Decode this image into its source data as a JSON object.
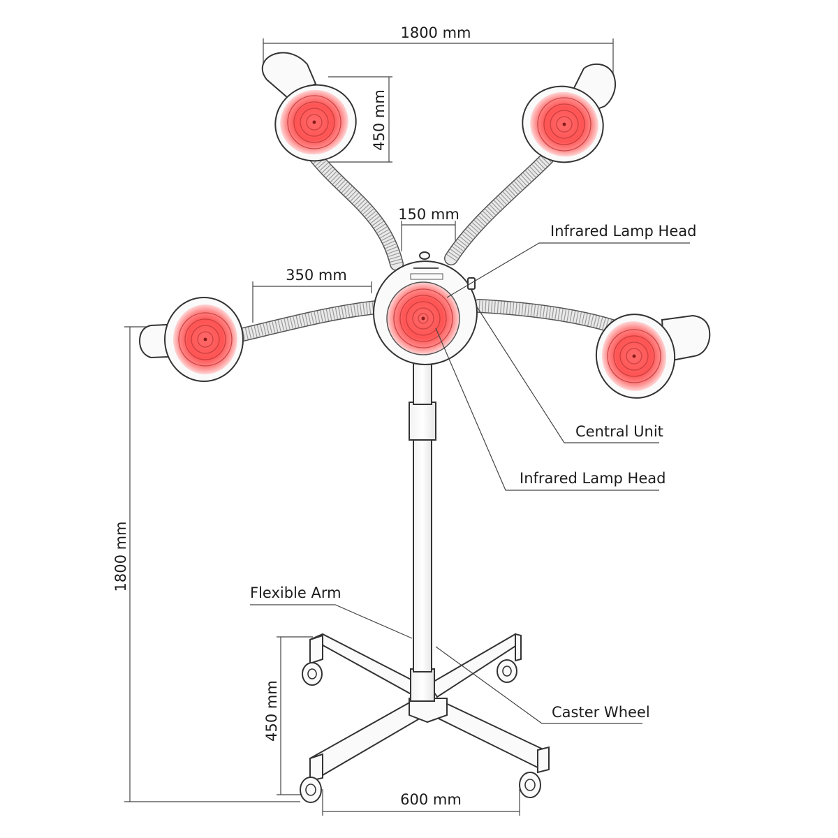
{
  "dimensions": {
    "top_width": "1800 mm",
    "head_height": "450 mm",
    "head_spacing": "150 mm",
    "arm_reach": "350 mm",
    "total_height": "1800 mm",
    "base_height": "450 mm",
    "base_width": "600 mm"
  },
  "labels": {
    "lamp_head_top": "Infrared Lamp Head",
    "central_unit": "Central Unit",
    "lamp_head_center": "Infrared Lamp Head",
    "flexible_arm": "Flexible Arm",
    "caster_wheel": "Caster Wheel"
  },
  "colors": {
    "lamp_glow": "#ff4a4a",
    "lamp_glow_edge": "#ffb3b3",
    "outline": "#333333"
  }
}
